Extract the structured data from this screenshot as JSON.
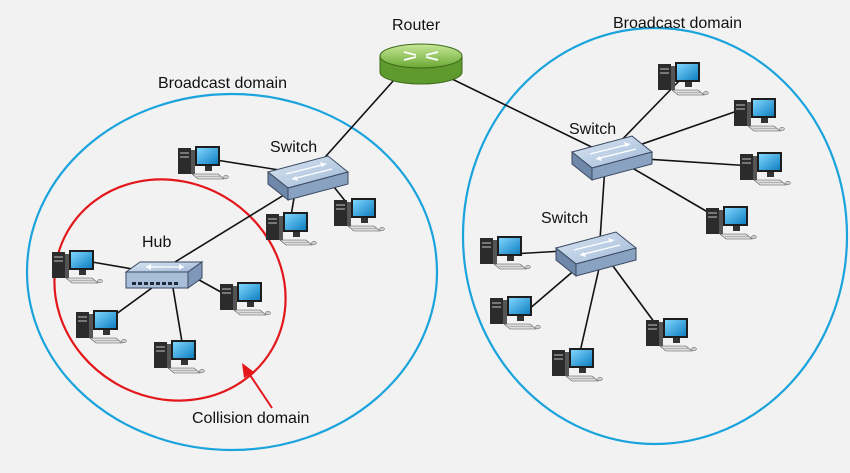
{
  "labels": {
    "router": "Router",
    "broadcast_left": "Broadcast domain",
    "broadcast_right": "Broadcast domain",
    "switch_left": "Switch",
    "switch_right_top": "Switch",
    "switch_right_bottom": "Switch",
    "hub": "Hub",
    "collision": "Collision domain"
  },
  "colors": {
    "background": "#f2f2f2",
    "broadcast_domain": "#1aa3dc",
    "collision_domain": "#e3161b",
    "router": "#8cc63f",
    "switch": "#9fb8d6",
    "link": "#111111"
  },
  "icons": {
    "router": "router-icon",
    "switch": "switch-icon",
    "hub": "hub-icon",
    "computer": "desktop-computer-icon"
  }
}
